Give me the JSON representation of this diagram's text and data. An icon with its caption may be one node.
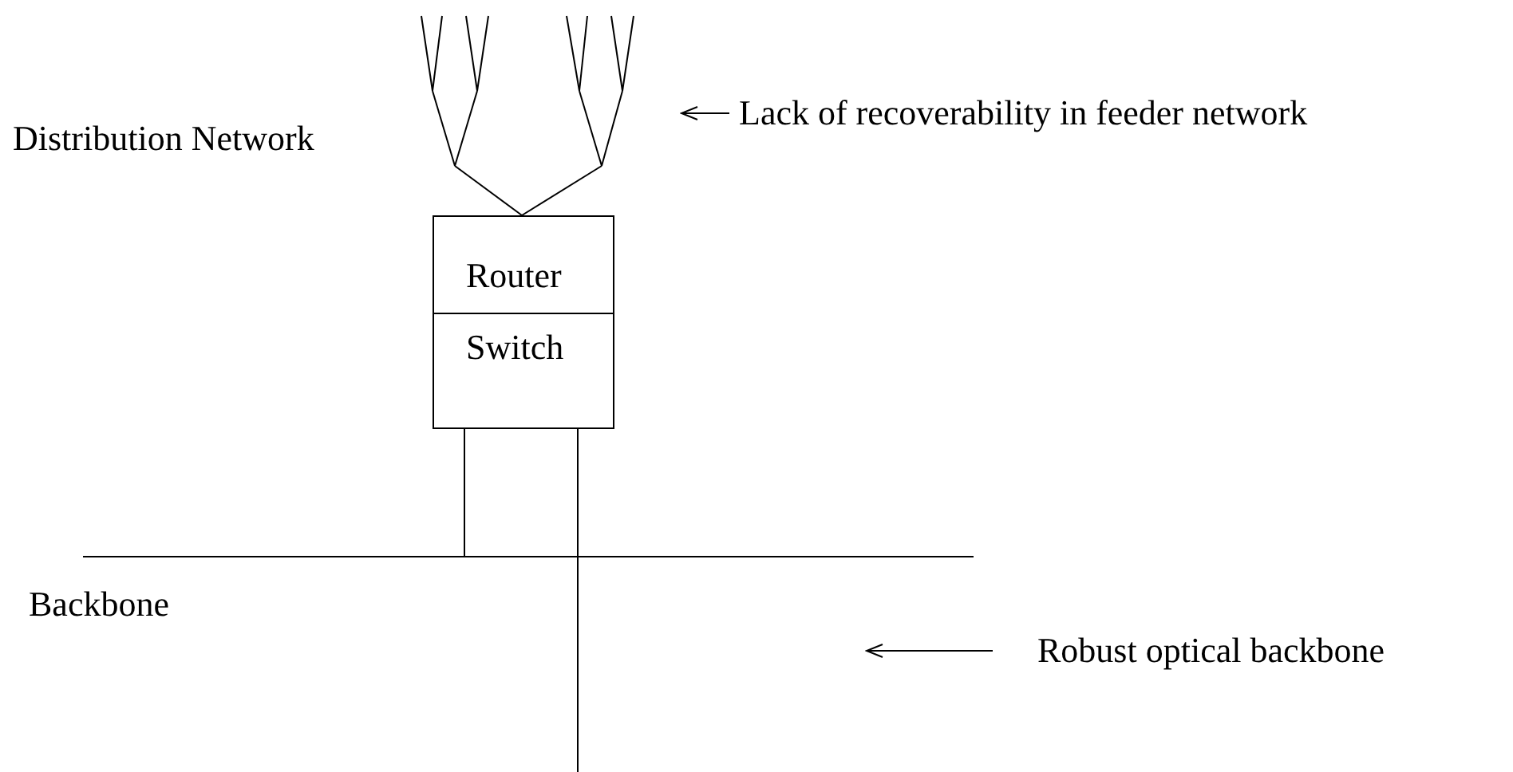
{
  "diagram": {
    "nodes": [
      {
        "text": [
          "Router"
        ]
      },
      {
        "text": [
          "Switch"
        ]
      },
      {
        "text": [
          "Lack of recoverability in feeder network"
        ]
      },
      {
        "text": [
          "Robust optical backbone"
        ]
      }
    ],
    "edges": [
      {
        "from": 2,
        "to": null,
        "arrow": "to"
      },
      {
        "from": 3,
        "to": null,
        "arrow": "to"
      }
    ],
    "labels": [
      "Distribution Network",
      "Backbone"
    ]
  }
}
